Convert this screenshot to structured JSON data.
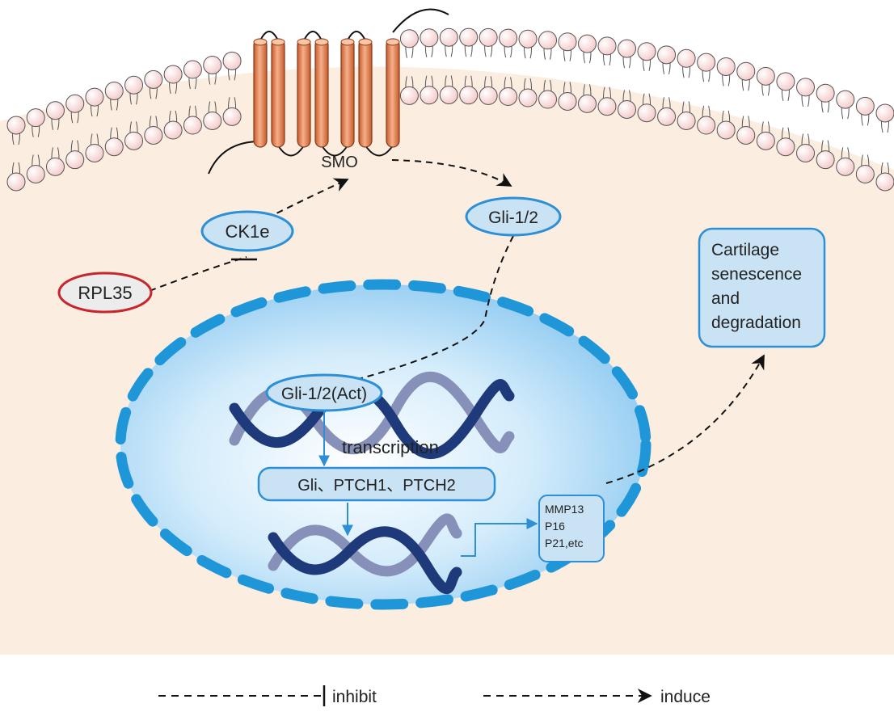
{
  "labels": {
    "smo": "SMO",
    "ck1e": "CK1e",
    "rpl35": "RPL35",
    "gli_cyto": "Gli-1/2",
    "gli_act": "Gli-1/2(Act)",
    "transcription": "transcription",
    "targets": "Gli、PTCH1、PTCH2",
    "products": [
      "MMP13",
      "P16",
      "P21,etc"
    ],
    "outcome": [
      "Cartilage",
      "senescence",
      "and",
      "degradation"
    ]
  },
  "legend": {
    "inhibit": "inhibit",
    "induce": "induce"
  },
  "colors": {
    "cytoplasm": "#fbeee0",
    "membrane_head": "#fbe3e3",
    "receptor": "#e8895a",
    "nucleus_fill": "#a9d8f5",
    "nucleus_border": "#1e96d8",
    "node_fill": "#c9e3f5",
    "node_border": "#2d8fd6",
    "inhibitor_border": "#c9252c",
    "dna_dark": "#1f3a7a",
    "dna_light": "#8790b8"
  }
}
